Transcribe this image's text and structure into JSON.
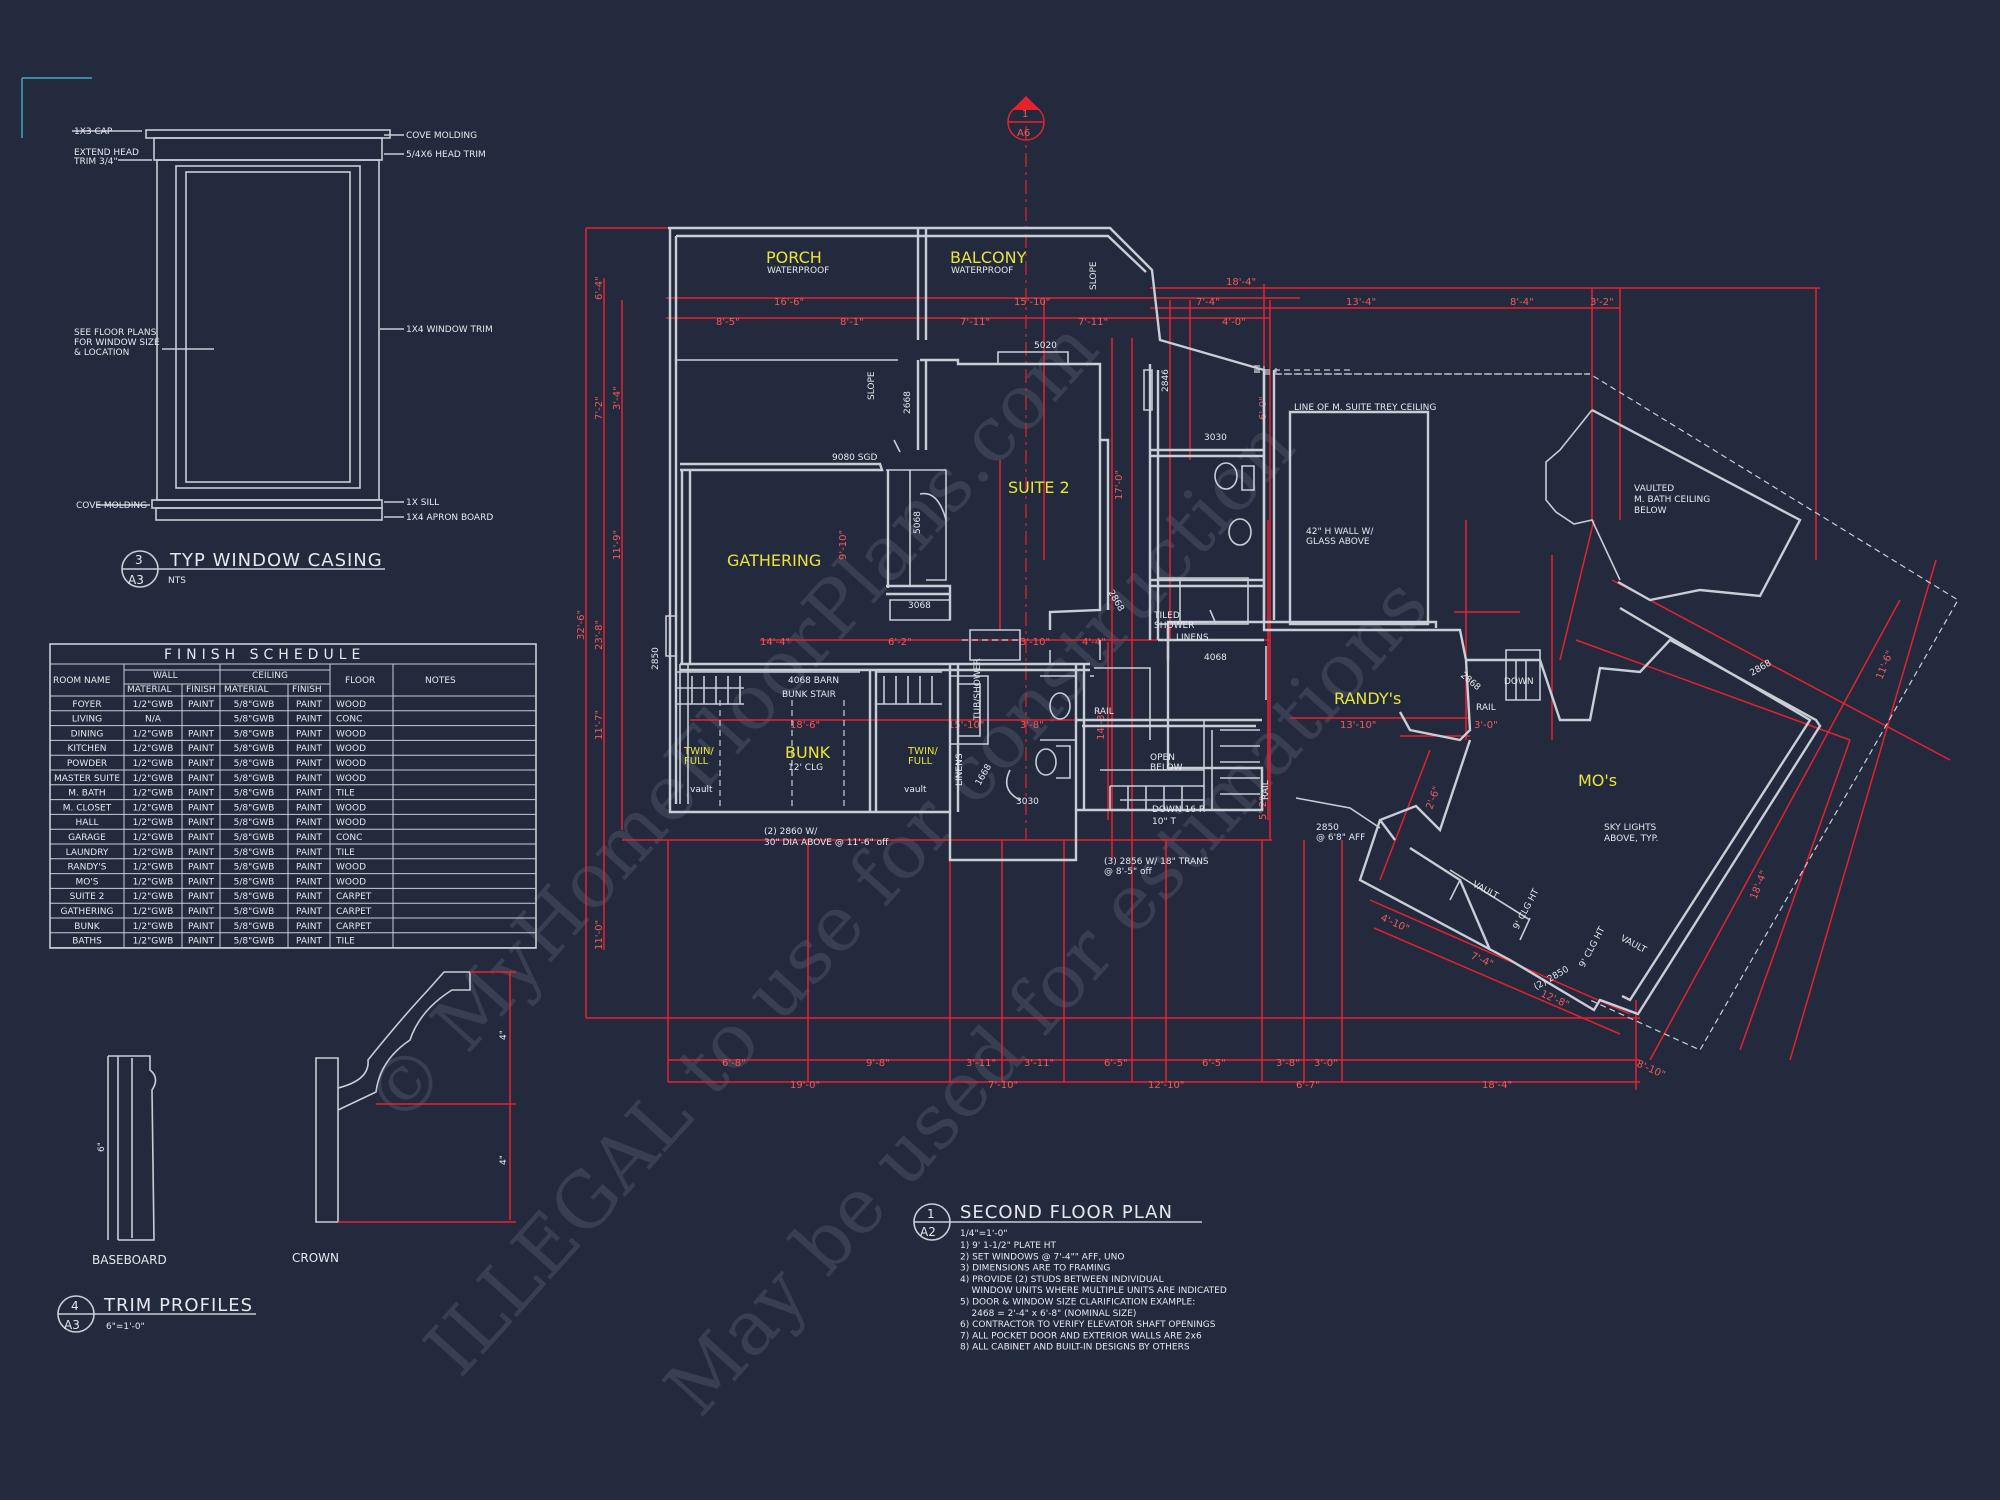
{
  "window_casing": {
    "title": "TYP WINDOW CASING",
    "tag_num": "3",
    "tag_sheet": "A3",
    "scale": "NTS",
    "callouts": {
      "cap": "1X3 CAP",
      "extend_head_1": "EXTEND HEAD",
      "extend_head_2": "TRIM 3/4\"",
      "see_plans_1": "SEE FLOOR PLANS",
      "see_plans_2": "FOR WINDOW SIZE",
      "see_plans_3": "& LOCATION",
      "cove_left": "COVE MOLDING",
      "cove_right": "COVE MOLDING",
      "head_trim": "5/4X6 HEAD TRIM",
      "window_trim": "1X4 WINDOW TRIM",
      "sill": "1X SILL",
      "apron": "1X4 APRON BOARD"
    }
  },
  "finish_schedule": {
    "title": "FINISH SCHEDULE",
    "headers": {
      "room_name": "ROOM NAME",
      "wall": "WALL",
      "ceiling": "CEILING",
      "floor": "FLOOR",
      "notes": "NOTES",
      "material": "MATERIAL",
      "finish": "FINISH"
    },
    "rows": [
      {
        "room": "FOYER",
        "wall_mat": "1/2\"GWB",
        "wall_fin": "PAINT",
        "ceil_mat": "5/8\"GWB",
        "ceil_fin": "PAINT",
        "floor": "WOOD"
      },
      {
        "room": "LIVING",
        "wall_mat": "N/A",
        "wall_fin": "",
        "ceil_mat": "5/8\"GWB",
        "ceil_fin": "PAINT",
        "floor": "CONC"
      },
      {
        "room": "DINING",
        "wall_mat": "1/2\"GWB",
        "wall_fin": "PAINT",
        "ceil_mat": "5/8\"GWB",
        "ceil_fin": "PAINT",
        "floor": "WOOD"
      },
      {
        "room": "KITCHEN",
        "wall_mat": "1/2\"GWB",
        "wall_fin": "PAINT",
        "ceil_mat": "5/8\"GWB",
        "ceil_fin": "PAINT",
        "floor": "WOOD"
      },
      {
        "room": "POWDER",
        "wall_mat": "1/2\"GWB",
        "wall_fin": "PAINT",
        "ceil_mat": "5/8\"GWB",
        "ceil_fin": "PAINT",
        "floor": "WOOD"
      },
      {
        "room": "MASTER SUITE",
        "wall_mat": "1/2\"GWB",
        "wall_fin": "PAINT",
        "ceil_mat": "5/8\"GWB",
        "ceil_fin": "PAINT",
        "floor": "WOOD"
      },
      {
        "room": "M. BATH",
        "wall_mat": "1/2\"GWB",
        "wall_fin": "PAINT",
        "ceil_mat": "5/8\"GWB",
        "ceil_fin": "PAINT",
        "floor": "TILE"
      },
      {
        "room": "M. CLOSET",
        "wall_mat": "1/2\"GWB",
        "wall_fin": "PAINT",
        "ceil_mat": "5/8\"GWB",
        "ceil_fin": "PAINT",
        "floor": "WOOD"
      },
      {
        "room": "HALL",
        "wall_mat": "1/2\"GWB",
        "wall_fin": "PAINT",
        "ceil_mat": "5/8\"GWB",
        "ceil_fin": "PAINT",
        "floor": "WOOD"
      },
      {
        "room": "GARAGE",
        "wall_mat": "1/2\"GWB",
        "wall_fin": "PAINT",
        "ceil_mat": "5/8\"GWB",
        "ceil_fin": "PAINT",
        "floor": "CONC"
      },
      {
        "room": "LAUNDRY",
        "wall_mat": "1/2\"GWB",
        "wall_fin": "PAINT",
        "ceil_mat": "5/8\"GWB",
        "ceil_fin": "PAINT",
        "floor": "TILE"
      },
      {
        "room": "RANDY'S",
        "wall_mat": "1/2\"GWB",
        "wall_fin": "PAINT",
        "ceil_mat": "5/8\"GWB",
        "ceil_fin": "PAINT",
        "floor": "WOOD"
      },
      {
        "room": "MO'S",
        "wall_mat": "1/2\"GWB",
        "wall_fin": "PAINT",
        "ceil_mat": "5/8\"GWB",
        "ceil_fin": "PAINT",
        "floor": "WOOD"
      },
      {
        "room": "SUITE 2",
        "wall_mat": "1/2\"GWB",
        "wall_fin": "PAINT",
        "ceil_mat": "5/8\"GWB",
        "ceil_fin": "PAINT",
        "floor": "CARPET"
      },
      {
        "room": "GATHERING",
        "wall_mat": "1/2\"GWB",
        "wall_fin": "PAINT",
        "ceil_mat": "5/8\"GWB",
        "ceil_fin": "PAINT",
        "floor": "CARPET"
      },
      {
        "room": "BUNK",
        "wall_mat": "1/2\"GWB",
        "wall_fin": "PAINT",
        "ceil_mat": "5/8\"GWB",
        "ceil_fin": "PAINT",
        "floor": "CARPET"
      },
      {
        "room": "BATHS",
        "wall_mat": "1/2\"GWB",
        "wall_fin": "PAINT",
        "ceil_mat": "5/8\"GWB",
        "ceil_fin": "PAINT",
        "floor": "TILE"
      }
    ]
  },
  "trim_profiles": {
    "title": "TRIM PROFILES",
    "tag_num": "4",
    "tag_sheet": "A3",
    "scale": "6\"=1'-0\"",
    "baseboard": "BASEBOARD",
    "crown": "CROWN",
    "dim_base": "6\"",
    "dim_crown_v": "4\"",
    "dim_crown_h": "4\""
  },
  "plan": {
    "title": "SECOND FLOOR PLAN",
    "tag_num": "1",
    "tag_sheet": "A2",
    "scale": "1/4\"=1'-0\"",
    "notes": [
      "1) 9' 1-1/2\" PLATE HT",
      "2) SET WINDOWS @ 7'-4\"\" AFF, UNO",
      "3) DIMENSIONS ARE TO FRAMING",
      "4) PROVIDE (2) STUDS BETWEEN INDIVIDUAL",
      "    WINDOW UNITS WHERE MULTIPLE UNITS ARE INDICATED",
      "5) DOOR & WINDOW SIZE CLARIFICATION EXAMPLE:",
      "    2468 = 2'-4\" x 6'-8\" (NOMINAL SIZE)",
      "6) CONTRACTOR TO VERIFY ELEVATOR SHAFT OPENINGS",
      "7) ALL POCKET DOOR AND EXTERIOR WALLS ARE 2x6",
      "8) ALL CABINET AND BUILT-IN DESIGNS BY OTHERS"
    ],
    "section_tag": {
      "num": "1",
      "sheet": "A6"
    },
    "rooms": {
      "porch": "PORCH",
      "balcony": "BALCONY",
      "waterproof": "WATERPROOF",
      "suite2": "SUITE 2",
      "gathering": "GATHERING",
      "bunk": "BUNK",
      "bunk_clg": "12' CLG",
      "twin1": "TWIN/",
      "twin2": "FULL",
      "randys": "RANDY's",
      "mos": "MO's"
    },
    "labels": {
      "slope": "SLOPE",
      "w5020": "5020",
      "d2846": "2846",
      "d2668": "2668",
      "sgd": "9080 SGD",
      "d5068": "5068",
      "d3068": "3068",
      "w2850": "2850",
      "barn": "4068 BARN",
      "bunk_stair": "BUNK STAIR",
      "tub_shower": "TUB/SHOWER",
      "linens": "LINENS",
      "d1668": "1668",
      "w3030": "3030",
      "w3030b": "3030",
      "tiled_shower_1": "TILED",
      "tiled_shower_2": "SHOWER",
      "linens2": "LINENS",
      "d4068": "4068",
      "line_trey": "LINE OF M. SUITE TREY CEILING",
      "wall42_1": "42\" H WALL W/",
      "wall42_2": "GLASS ABOVE",
      "vaulted_1": "VAULTED",
      "vaulted_2": "M. BATH CEILING",
      "vaulted_3": "BELOW",
      "rail": "RAIL",
      "rail2": "RAIL",
      "rail3": "RAIL",
      "open_below_1": "OPEN",
      "open_below_2": "BELOW",
      "down_16r": "DOWN 16 R",
      "down_16r_2": "10\" T",
      "down": "DOWN",
      "trans_1": "(3) 2856 W/ 18\" TRANS",
      "trans_2": "@ 8'-5\" off",
      "w2850b_1": "2850",
      "w2850b_2": "@ 6'8\" AFF",
      "win2860_1": "(2) 2860 W/",
      "win2860_2": "30\" DIA ABOVE @ 11'-6\" off",
      "sky_1": "SKY LIGHTS",
      "sky_2": "ABOVE, TYP.",
      "vault": "VAULT",
      "vault2": "VAULT",
      "clg_ht": "9' CLG HT",
      "clg_ht2": "9' CLG HT",
      "w2850c": "(2) 2850",
      "d2868": "2868",
      "d2868b": "2868",
      "d2868c": "2868",
      "vault_l": "vault",
      "vault_r": "vault"
    },
    "dims_top": [
      "16'-6\"",
      "15'-10\"",
      "8'-5\"",
      "8'-1\"",
      "7'-11\"",
      "7'-11\"",
      "7'-4\"",
      "4'-0\"",
      "13'-4\"",
      "8'-4\"",
      "3'-2\"",
      "18'-4\""
    ],
    "dims_bottom": [
      "6'-8\"",
      "9'-8\"",
      "3'-11\"",
      "3'-11\"",
      "6'-5\"",
      "6'-5\"",
      "3'-8\"",
      "3'-0\"",
      "19'-0\"",
      "7'-10\"",
      "12'-10\"",
      "6'-7\"",
      "18'-4\""
    ],
    "dims_left": [
      "6'-4\"",
      "7'-2\"",
      "3'-4\"",
      "11'-9\"",
      "32'-6\"",
      "23'-8\"",
      "11'-7\"",
      "11'-0\""
    ],
    "dims_misc": [
      "9'-10\"",
      "17'-0\"",
      "14'-4\"",
      "6'-2\"",
      "3'-10\"",
      "4'-4\"",
      "18'-6\"",
      "15'-10\"",
      "3'-8\"",
      "13'-10\"",
      "4'-10\"",
      "7'-4\"",
      "12'-8\"",
      "18'-4\"",
      "11'-6\"",
      "8'-10\"",
      "14'-3\"",
      "3'-0\"",
      "5'-2\"",
      "2'-6\"",
      "6'-0\""
    ]
  },
  "watermark": {
    "line1": "© MyHomeFloorPlans.com",
    "line2": "ILLEGAL to use for construction",
    "line3": "May be used for estimations"
  },
  "colors": {
    "background": "#232a3d",
    "linework": "#c9cdd6",
    "dimension_red": "#e4222e",
    "room_yellow": "#e8e43a",
    "corner_teal": "#3ab0c4"
  }
}
